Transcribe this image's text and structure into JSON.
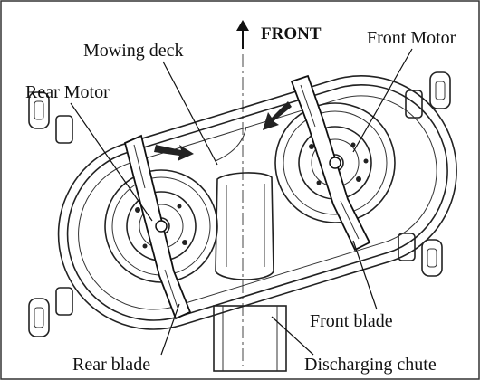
{
  "diagram": {
    "direction_label": "FRONT",
    "labels": {
      "mowing_deck": "Mowing deck",
      "front_motor": "Front Motor",
      "rear_motor": "Rear Motor",
      "front_blade": "Front blade",
      "rear_blade": "Rear blade",
      "discharging_chute": "Discharging chute"
    },
    "colors": {
      "line": "#222222",
      "blade_fill": "#ffffff",
      "background": "#ffffff"
    },
    "icons": [
      "up-arrow-icon",
      "rotation-arrow-icon"
    ]
  }
}
